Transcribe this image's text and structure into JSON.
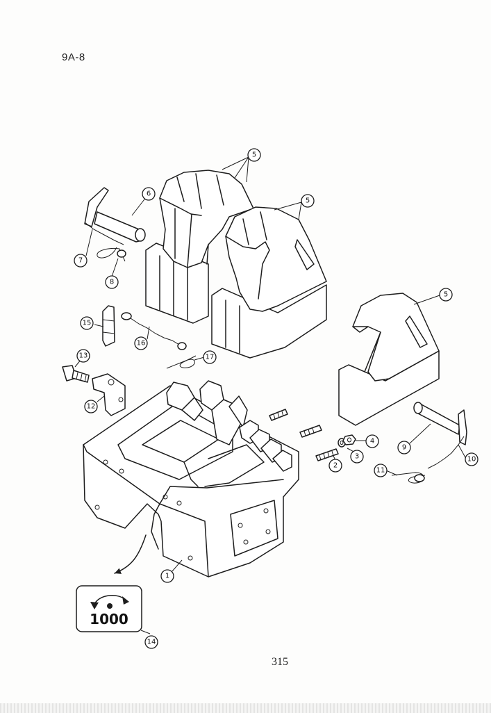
{
  "header": {
    "section_code": "9A-8"
  },
  "footer": {
    "page_number": "315"
  },
  "decal": {
    "value": "1000"
  },
  "callouts": [
    "1",
    "2",
    "3",
    "4",
    "5",
    "5",
    "5",
    "6",
    "7",
    "8",
    "9",
    "10",
    "11",
    "12",
    "13",
    "14",
    "15",
    "16",
    "17"
  ]
}
